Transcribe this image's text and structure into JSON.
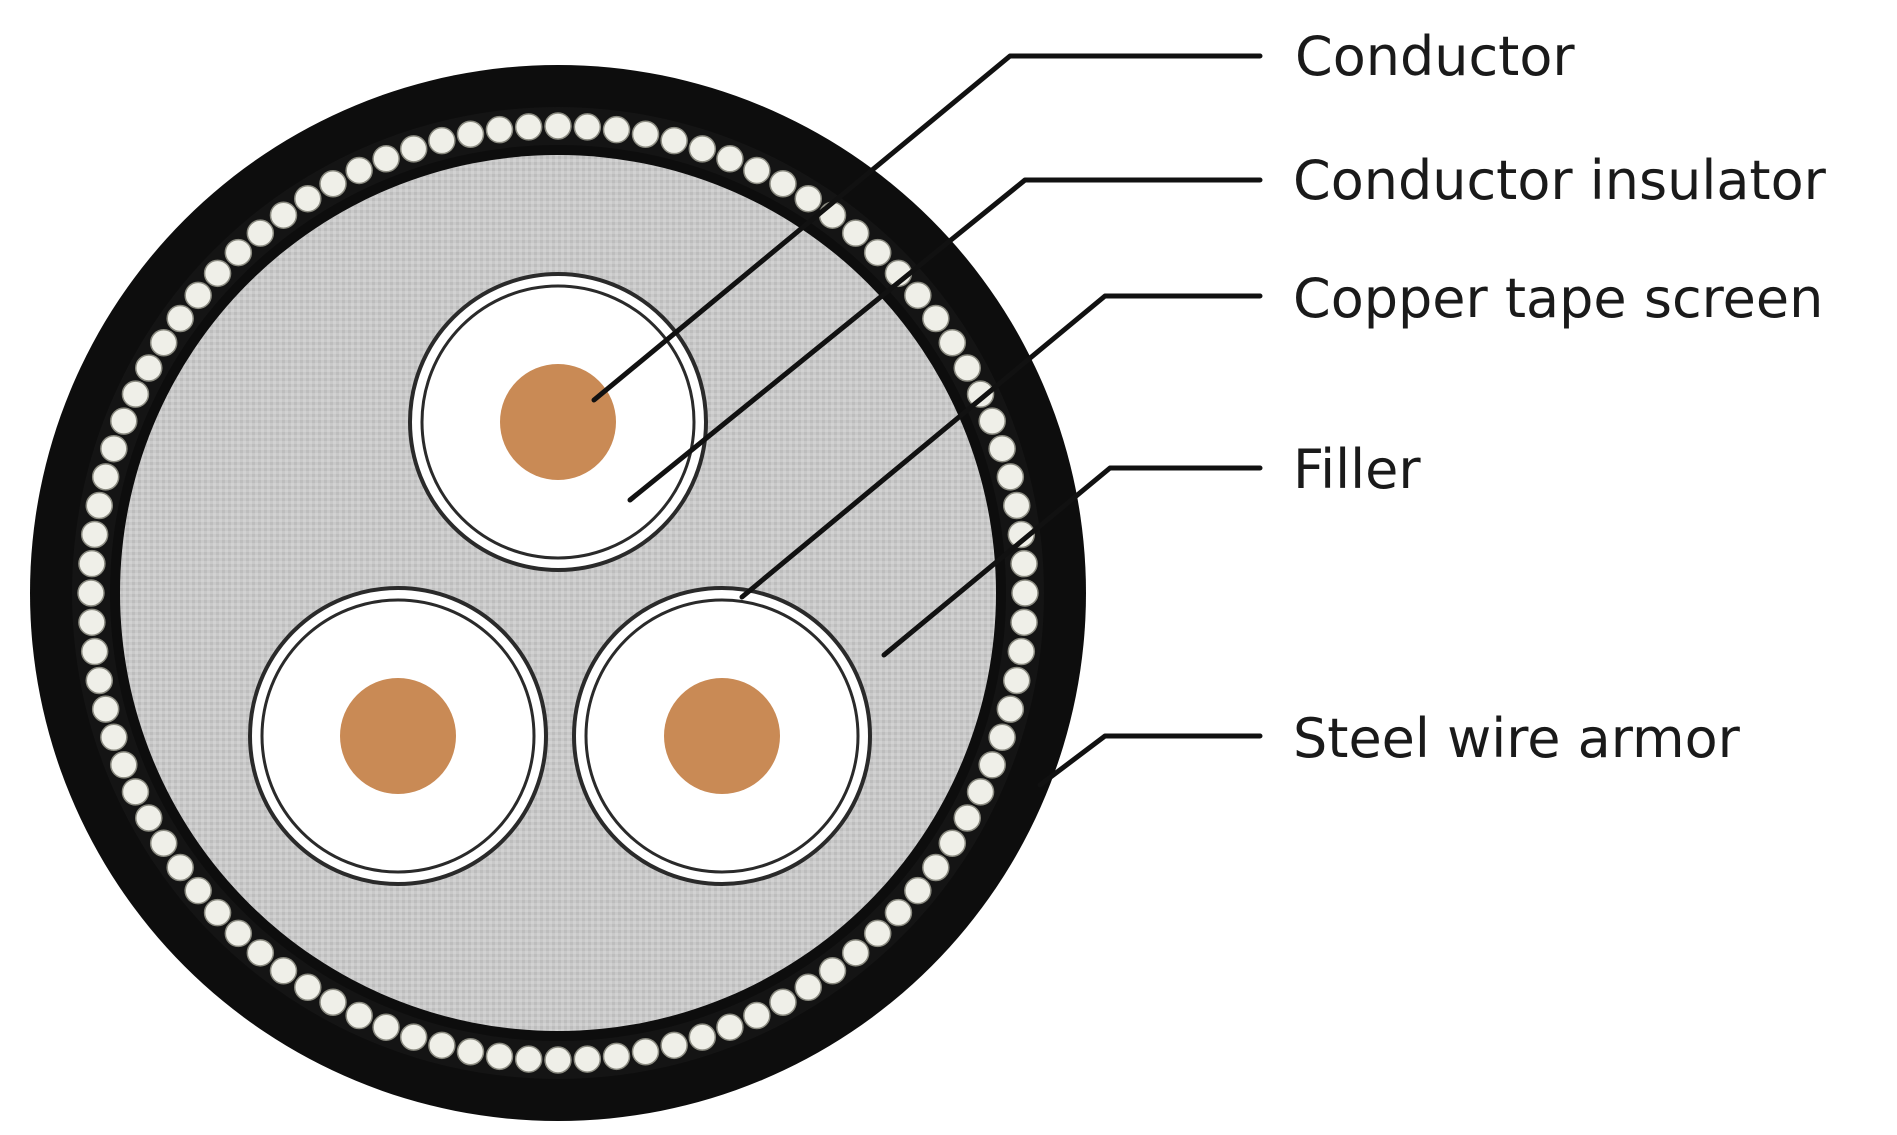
{
  "labels": {
    "conductor": "Conductor",
    "conductor_insulator": "Conductor insulator",
    "copper_tape_screen": "Copper tape screen",
    "filler": "Filler",
    "steel_wire_armor": "Steel wire armor"
  },
  "colors": {
    "background": "#ffffff",
    "outer_sheath": "#0d0d0d",
    "filler": "#c7c7c7",
    "insulation": "#ffffff",
    "conductor": "#c98a55",
    "armor_wire": "#efefe8",
    "leader_line": "#111111"
  }
}
